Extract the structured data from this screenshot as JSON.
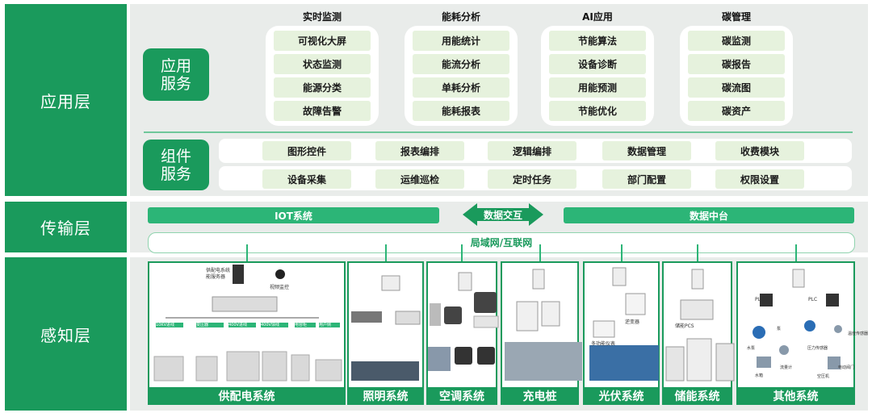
{
  "layers": {
    "application": "应用层",
    "transport": "传输层",
    "perception": "感知层"
  },
  "services": {
    "app": [
      "应用",
      "服务"
    ],
    "component": [
      "组件",
      "服务"
    ]
  },
  "app_columns": [
    {
      "title": "实时监测",
      "items": [
        "可视化大屏",
        "状态监测",
        "能源分类",
        "故障告警"
      ]
    },
    {
      "title": "能耗分析",
      "items": [
        "用能统计",
        "能流分析",
        "单耗分析",
        "能耗报表"
      ]
    },
    {
      "title": "AI应用",
      "items": [
        "节能算法",
        "设备诊断",
        "用能预测",
        "节能优化"
      ]
    },
    {
      "title": "碳管理",
      "items": [
        "碳监测",
        "碳报告",
        "碳流图",
        "碳资产"
      ]
    }
  ],
  "components": {
    "row1": [
      "图形控件",
      "报表编排",
      "逻辑编排",
      "数据管理",
      "收费模块"
    ],
    "row2": [
      "设备采集",
      "运维巡检",
      "定时任务",
      "部门配置",
      "权限设置"
    ]
  },
  "transport": {
    "iot": "IOT系统",
    "exchange": "数据交互",
    "datacenter": "数据中台",
    "network": "局域网/互联网"
  },
  "systems": [
    {
      "label": "供配电系统"
    },
    {
      "label": "照明系统"
    },
    {
      "label": "空调系统"
    },
    {
      "label": "充电桩"
    },
    {
      "label": "光伏系统"
    },
    {
      "label": "储能系统"
    },
    {
      "label": "其他系统"
    }
  ],
  "power_details": {
    "server": "供配电系统\n能服务器",
    "camera": "视频监控",
    "tags": [
      "10KV进线",
      "变压器",
      "400V进线",
      "400V馈线",
      "电容柜",
      "用户侧"
    ]
  },
  "pv_details": {
    "inverter": "逆变器",
    "meter": "多功能仪表"
  },
  "storage_details": {
    "pcs": "储能PCS"
  },
  "other_details": {
    "plc1": "PLC",
    "plc2": "PLC",
    "items": [
      "泵",
      "水泵",
      "压力传感器",
      "温度传感器",
      "流量计",
      "空压机",
      "电动阀门",
      "水箱"
    ]
  },
  "colors": {
    "primary": "#1a9a5c",
    "accent": "#2cb577",
    "chip": "#e6f2dd",
    "background": "#e9ecea"
  }
}
